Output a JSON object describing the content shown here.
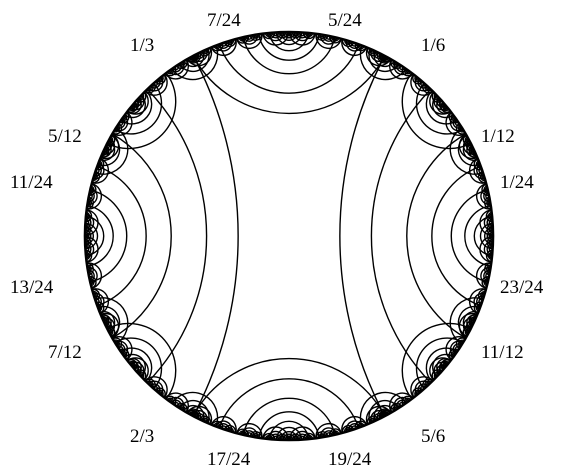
{
  "diagram": {
    "labels": [
      {
        "key": "7_24",
        "text": "7/24"
      },
      {
        "key": "5_24",
        "text": "5/24"
      },
      {
        "key": "1_3",
        "text": "1/3"
      },
      {
        "key": "1_6",
        "text": "1/6"
      },
      {
        "key": "5_12",
        "text": "5/12"
      },
      {
        "key": "1_12",
        "text": "1/12"
      },
      {
        "key": "11_24",
        "text": "11/24"
      },
      {
        "key": "1_24",
        "text": "1/24"
      },
      {
        "key": "13_24",
        "text": "13/24"
      },
      {
        "key": "23_24",
        "text": "23/24"
      },
      {
        "key": "7_12",
        "text": "7/12"
      },
      {
        "key": "11_12",
        "text": "11/12"
      },
      {
        "key": "2_3",
        "text": "2/3"
      },
      {
        "key": "5_6",
        "text": "5/6"
      },
      {
        "key": "17_24",
        "text": "17/24"
      },
      {
        "key": "19_24",
        "text": "19/24"
      }
    ]
  }
}
